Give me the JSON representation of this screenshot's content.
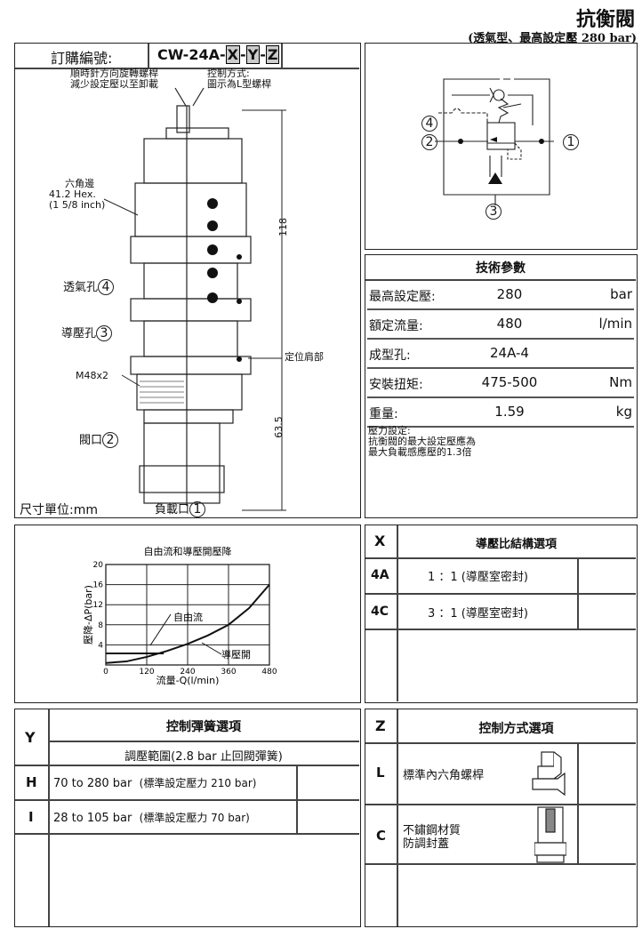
{
  "header": {
    "title": "抗衡閥",
    "subtitle": "(透氣型、最高設定壓 280 bar)"
  },
  "order": {
    "label": "訂購編號:",
    "code_prefix": "CW-24A-",
    "x": "X",
    "y": "Y",
    "z": "Z"
  },
  "drawing": {
    "note_left": [
      "順時針方向旋轉螺桿",
      "減少設定壓以至卸載"
    ],
    "note_right": [
      "控制方式:",
      "圖示為L型螺桿"
    ],
    "hex_label": [
      "六角邊",
      "41.2 Hex.",
      "(1 5/8 inch)"
    ],
    "port4": "透氣孔",
    "port4_num": "4",
    "port3": "導壓孔",
    "port3_num": "3",
    "thread": "M48x2",
    "port2": "閥口",
    "port2_num": "2",
    "port1": "負載口",
    "port1_num": "1",
    "units": "尺寸單位:mm",
    "dim_118": "118",
    "dim_635": "63.5",
    "shoulder": "定位肩部"
  },
  "schematic": {
    "ports": [
      "4",
      "2",
      "1",
      "3"
    ]
  },
  "specs": {
    "title": "技術參數",
    "rows": [
      {
        "label": "最高設定壓:",
        "value": "280",
        "unit": "bar"
      },
      {
        "label": "額定流量:",
        "value": "480",
        "unit": "l/min"
      },
      {
        "label": "成型孔:",
        "value": "24A-4",
        "unit": ""
      },
      {
        "label": "安裝扭矩:",
        "value": "475-500",
        "unit": "Nm"
      },
      {
        "label": "重量:",
        "value": "1.59",
        "unit": "kg"
      }
    ],
    "note": [
      "壓力設定:",
      "抗衡閥的最大設定壓應為",
      "最大負載感應壓的1.3倍"
    ]
  },
  "chart_data": {
    "type": "line",
    "title": "自由流和導壓開壓降",
    "xlabel": "流量-Q(l/min)",
    "ylabel": "壓降-ΔP(bar)",
    "xlim": [
      0,
      480
    ],
    "ylim": [
      0,
      20
    ],
    "xticks": [
      "0",
      "120",
      "240",
      "360",
      "480"
    ],
    "yticks": [
      "4",
      "8",
      "12",
      "16",
      "20"
    ],
    "grid": true,
    "series": [
      {
        "name": "自由流",
        "x": [
          0,
          60,
          120,
          170
        ],
        "y": [
          2.3,
          2.3,
          2.3,
          2.3
        ]
      },
      {
        "name": "導壓開",
        "x": [
          0,
          60,
          120,
          180,
          240,
          300,
          360,
          420,
          480
        ],
        "y": [
          0.4,
          0.7,
          1.6,
          2.8,
          4.2,
          5.9,
          8.0,
          11.3,
          16.0
        ]
      }
    ]
  },
  "x_options": {
    "code": "X",
    "title": "導壓比結構選項",
    "rows": [
      {
        "code": "4A",
        "text": "1 ：1 (導壓室密封)"
      },
      {
        "code": "4C",
        "text": "3 ：1 (導壓室密封)"
      }
    ]
  },
  "y_options": {
    "code": "Y",
    "title": "控制彈簧選項",
    "subtitle": "調壓範圍(2.8 bar 止回閥彈簧)",
    "rows": [
      {
        "code": "H",
        "range": "70 to 280 bar",
        "std": "(標準設定壓力 210 bar)"
      },
      {
        "code": "I",
        "range": "28 to 105 bar",
        "std": "(標準設定壓力 70 bar)"
      }
    ]
  },
  "z_options": {
    "code": "Z",
    "title": "控制方式選項",
    "rows": [
      {
        "code": "L",
        "text": [
          "標準內六角螺桿"
        ]
      },
      {
        "code": "C",
        "text": [
          "不鏽鋼材質",
          "防調封蓋"
        ]
      }
    ]
  }
}
